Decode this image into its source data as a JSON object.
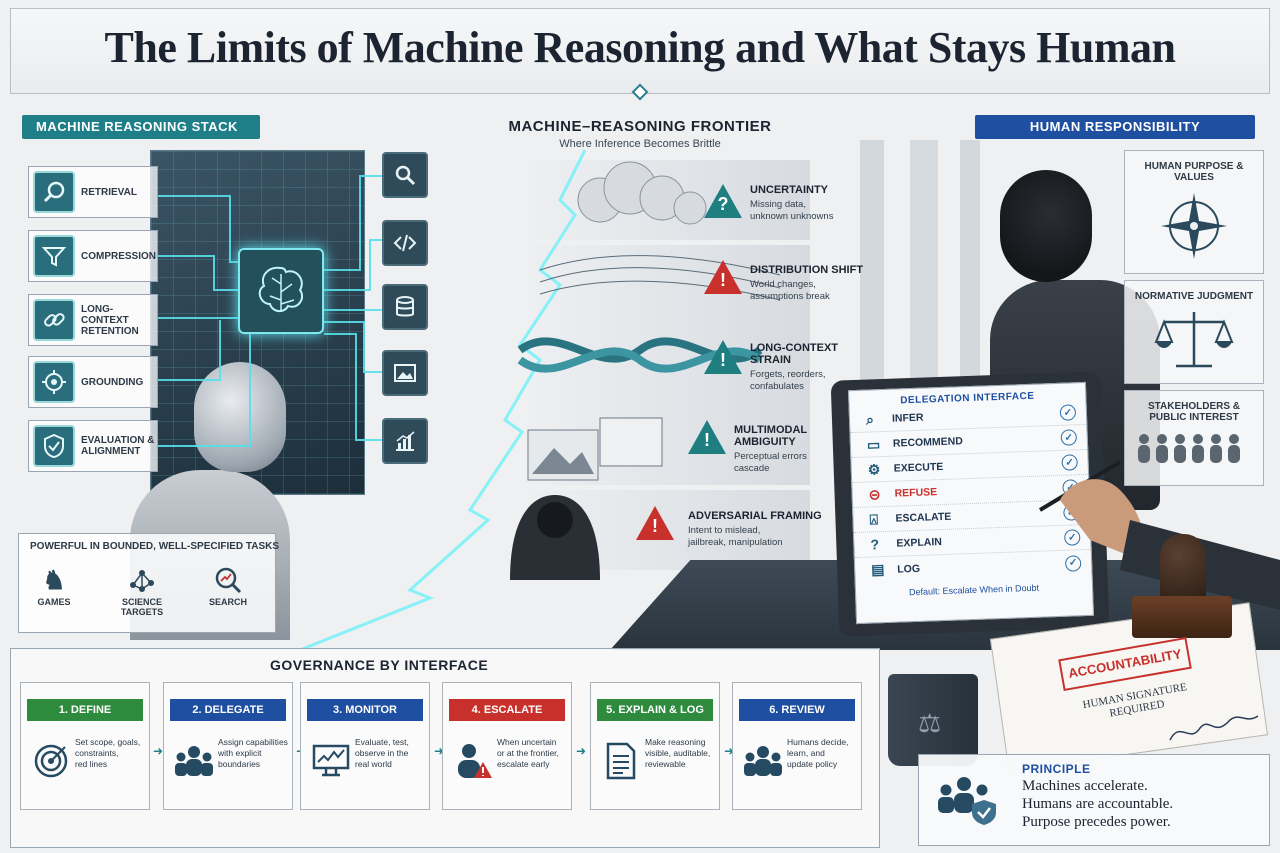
{
  "title": "The Limits of Machine Reasoning and What Stays Human",
  "colors": {
    "teal": "#1f7f88",
    "blue": "#1f4fa0",
    "red": "#c8312b",
    "green": "#2e8b3e",
    "dark": "#1b2430"
  },
  "machine_stack": {
    "heading": "MACHINE REASONING STACK",
    "items": [
      {
        "label": "RETRIEVAL",
        "icon": "magnifier-icon"
      },
      {
        "label": "COMPRESSION",
        "icon": "funnel-icon"
      },
      {
        "label": "LONG-CONTEXT RETENTION",
        "icon": "chain-link-icon"
      },
      {
        "label": "GROUNDING",
        "icon": "target-icon"
      },
      {
        "label": "EVALUATION & ALIGNMENT",
        "icon": "shield-check-icon"
      }
    ],
    "tool_icons": [
      "search-icon",
      "code-icon",
      "database-icon",
      "image-icon",
      "chart-icon"
    ],
    "powerful": {
      "heading": "POWERFUL IN BOUNDED, WELL-SPECIFIED TASKS",
      "items": [
        {
          "label": "GAMES",
          "icon": "chess-knight-icon"
        },
        {
          "label": "SCIENCE TARGETS",
          "icon": "molecule-icon"
        },
        {
          "label": "SEARCH",
          "icon": "search-trend-icon"
        }
      ]
    }
  },
  "frontier": {
    "heading": "MACHINE–REASONING FRONTIER",
    "subheading": "Where Inference Becomes Brittle",
    "risks": [
      {
        "title": "UNCERTAINTY",
        "desc1": "Missing data,",
        "desc2": "unknown unknowns",
        "severity": "teal"
      },
      {
        "title": "DISTRIBUTION SHIFT",
        "desc1": "World changes,",
        "desc2": "assumptions break",
        "severity": "red"
      },
      {
        "title": "LONG-CONTEXT STRAIN",
        "desc1": "Forgets, reorders,",
        "desc2": "confabulates",
        "severity": "teal"
      },
      {
        "title": "MULTIMODAL AMBIGUITY",
        "desc1": "Perceptual errors",
        "desc2": "cascade",
        "severity": "teal"
      },
      {
        "title": "ADVERSARIAL FRAMING",
        "desc1": "Intent to mislead,",
        "desc2": "jailbreak, manipulation",
        "severity": "red"
      }
    ]
  },
  "human": {
    "heading": "HUMAN RESPONSIBILITY",
    "panels": [
      {
        "label": "HUMAN PURPOSE & VALUES",
        "icon": "compass-icon"
      },
      {
        "label": "NORMATIVE JUDGMENT",
        "icon": "scales-icon"
      },
      {
        "label": "STAKEHOLDERS & PUBLIC INTEREST",
        "icon": "crowd-icon"
      }
    ]
  },
  "delegation": {
    "heading": "DELEGATION INTERFACE",
    "rows": [
      {
        "label": "INFER",
        "icon": "magnifier-icon"
      },
      {
        "label": "RECOMMEND",
        "icon": "chat-icon"
      },
      {
        "label": "EXECUTE",
        "icon": "gear-icon"
      },
      {
        "label": "REFUSE",
        "icon": "stop-icon"
      },
      {
        "label": "ESCALATE",
        "icon": "person-up-icon"
      },
      {
        "label": "EXPLAIN",
        "icon": "question-icon"
      },
      {
        "label": "LOG",
        "icon": "document-icon"
      }
    ],
    "footer": "Default: Escalate When in Doubt"
  },
  "accountability": {
    "stamp": "ACCOUNTABILITY",
    "line1": "HUMAN SIGNATURE",
    "line2": "REQUIRED"
  },
  "governance": {
    "heading": "GOVERNANCE BY INTERFACE",
    "steps": [
      {
        "label": "1. DEFINE",
        "color": "#2e8b3e",
        "icon": "target-icon",
        "l1": "Set scope, goals,",
        "l2": "constraints,",
        "l3": "red lines"
      },
      {
        "label": "2. DELEGATE",
        "color": "#1f4fa0",
        "icon": "team-icon",
        "l1": "Assign capabilities",
        "l2": "with explicit",
        "l3": "boundaries"
      },
      {
        "label": "3. MONITOR",
        "color": "#1f4fa0",
        "icon": "monitor-chart-icon",
        "l1": "Evaluate, test,",
        "l2": "observe in the",
        "l3": "real world"
      },
      {
        "label": "4. ESCALATE",
        "color": "#c8312b",
        "icon": "person-warning-icon",
        "l1": "When uncertain",
        "l2": "or at the frontier,",
        "l3": "escalate early"
      },
      {
        "label": "5. EXPLAIN & LOG",
        "color": "#2e8b3e",
        "icon": "document-icon",
        "l1": "Make reasoning",
        "l2": "visible, auditable,",
        "l3": "reviewable"
      },
      {
        "label": "6. REVIEW",
        "color": "#1f4fa0",
        "icon": "team-icon",
        "l1": "Humans decide,",
        "l2": "learn, and",
        "l3": "update policy"
      }
    ]
  },
  "principle": {
    "heading": "PRINCIPLE",
    "line1": "Machines accelerate.",
    "line2": "Humans are accountable.",
    "line3": "Purpose precedes power."
  }
}
